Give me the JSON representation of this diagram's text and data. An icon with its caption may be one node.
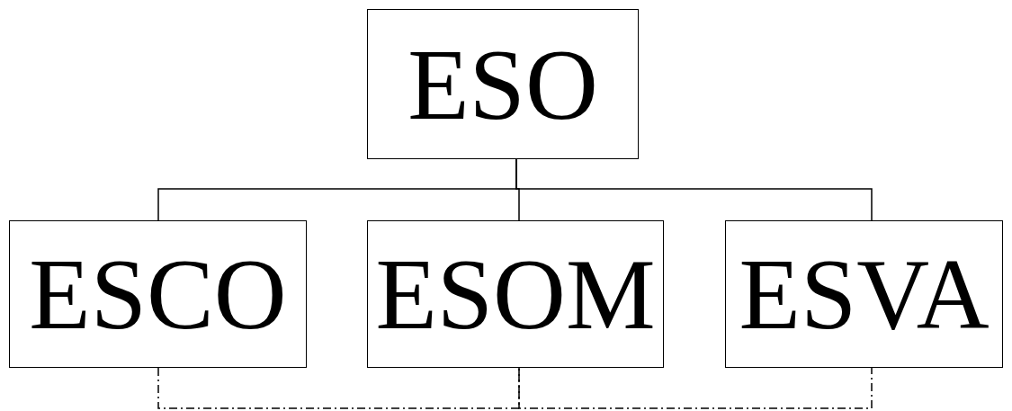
{
  "diagram": {
    "nodes": [
      {
        "text": [
          "ESO"
        ]
      },
      {
        "text": [
          "ESCO"
        ]
      },
      {
        "text": [
          "ESOM"
        ]
      },
      {
        "text": [
          "ESVA"
        ]
      }
    ],
    "edges": [
      {
        "from": 0,
        "to": 1,
        "arrow": "none"
      },
      {
        "from": 0,
        "to": 2,
        "arrow": "none"
      },
      {
        "from": 0,
        "to": 3,
        "arrow": "none"
      },
      {
        "from": 1,
        "to": 2,
        "arrow": "none",
        "style": "dashed"
      },
      {
        "from": 2,
        "to": 3,
        "arrow": "none",
        "style": "dashed"
      }
    ]
  }
}
